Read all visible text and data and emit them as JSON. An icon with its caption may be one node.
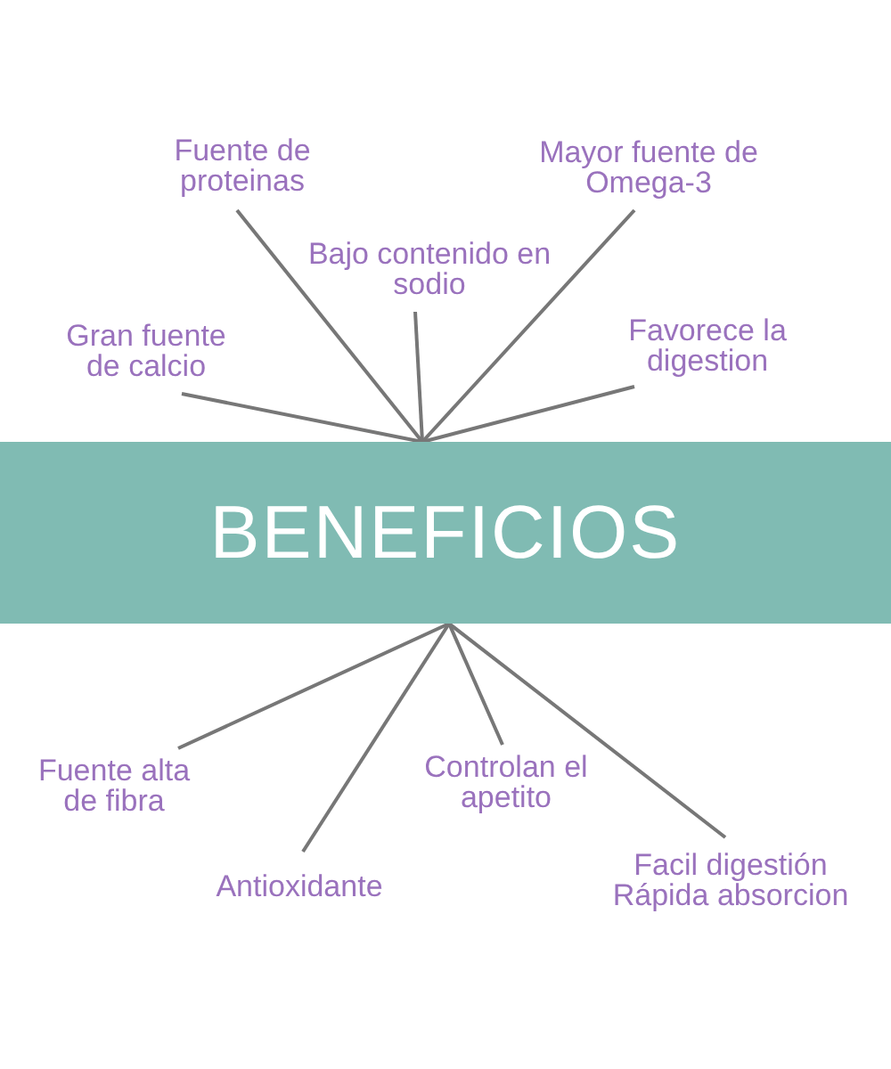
{
  "diagram": {
    "nodes": [
      {
        "text": [
          "BENEFICIOS"
        ]
      },
      {
        "text": [
          "Fuente de proteinas"
        ]
      },
      {
        "text": [
          "Mayor fuente de Omega-3"
        ]
      },
      {
        "text": [
          "Bajo contenido en sodio"
        ]
      },
      {
        "text": [
          "Gran fuente de calcio"
        ]
      },
      {
        "text": [
          "Favorece la digestion"
        ]
      },
      {
        "text": [
          "Fuente alta de fibra"
        ]
      },
      {
        "text": [
          "Antioxidante"
        ]
      },
      {
        "text": [
          "Controlan el apetito"
        ]
      },
      {
        "text": [
          "Facil digestión Rápida absorcion"
        ]
      }
    ],
    "edges": [
      {
        "from": 0,
        "to": 1,
        "arrow": "none"
      },
      {
        "from": 0,
        "to": 2,
        "arrow": "none"
      },
      {
        "from": 0,
        "to": 3,
        "arrow": "none"
      },
      {
        "from": 0,
        "to": 4,
        "arrow": "none"
      },
      {
        "from": 0,
        "to": 5,
        "arrow": "none"
      },
      {
        "from": 0,
        "to": 6,
        "arrow": "none"
      },
      {
        "from": 0,
        "to": 7,
        "arrow": "none"
      },
      {
        "from": 0,
        "to": 8,
        "arrow": "none"
      },
      {
        "from": 0,
        "to": 9,
        "arrow": "none"
      }
    ]
  }
}
